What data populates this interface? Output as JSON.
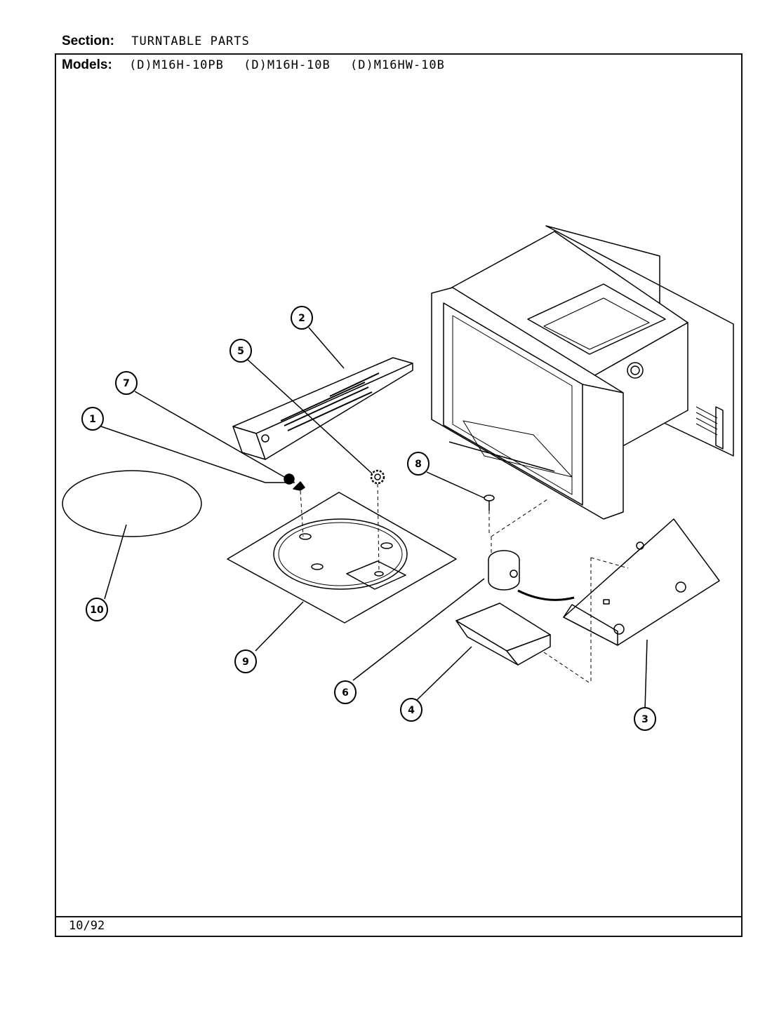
{
  "header": {
    "section_label": "Section:",
    "section_value": "TURNTABLE PARTS",
    "models_label": "Models:",
    "models": [
      "(D)M16H-10PB",
      "(D)M16H-10B",
      "(D)M16HW-10B"
    ]
  },
  "footer": {
    "date": "10/92"
  },
  "callouts": [
    "1",
    "2",
    "3",
    "4",
    "5",
    "6",
    "7",
    "8",
    "9",
    "10"
  ],
  "colors": {
    "ink": "#000000",
    "paper": "#ffffff"
  }
}
